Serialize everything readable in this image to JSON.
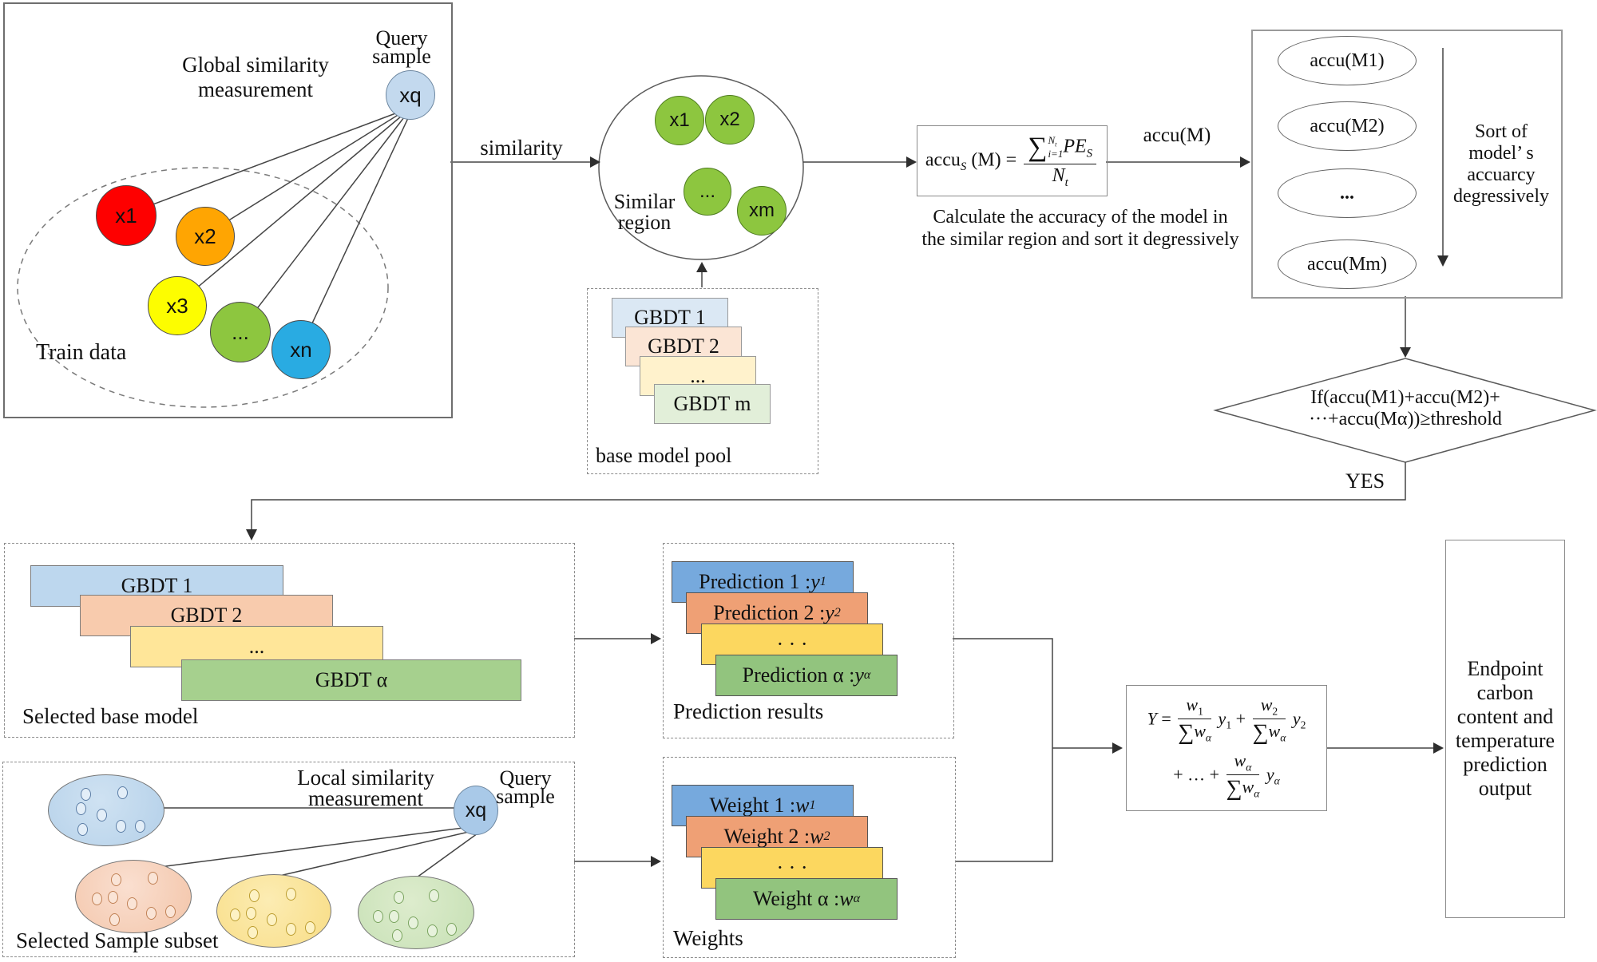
{
  "global_box": {
    "title_line1": "Global similarity",
    "title_line2": "measurement",
    "query_line1": "Query",
    "query_line2": "sample",
    "query_node": "xq",
    "train_label": "Train data",
    "nodes": [
      {
        "label": "x1",
        "color": "#fe0000"
      },
      {
        "label": "x2",
        "color": "#ffa502"
      },
      {
        "label": "x3",
        "color": "#fdfd00"
      },
      {
        "label": "...",
        "color": "#8dc63f"
      },
      {
        "label": "xn",
        "color": "#29abe2"
      }
    ]
  },
  "similarity_label": "similarity",
  "similar_region": {
    "line1": "Similar",
    "line2": "region",
    "nodes": [
      "x1",
      "x2",
      "...",
      "xm"
    ],
    "node_color": "#8dc63f"
  },
  "base_pool": {
    "items": [
      "GBDT 1",
      "GBDT 2",
      "...",
      "GBDT m"
    ],
    "label": "base model pool"
  },
  "accu_formula": {
    "fn": "accu",
    "fn_sub": "S",
    "arg": "(M)",
    "eq": "=",
    "sum": "∑",
    "sum_sup_var": "N",
    "sum_sup_sub": "t",
    "sum_sub": "i=1",
    "num_var": "PE",
    "num_sub": "S",
    "den_var": "N",
    "den_sub": "t"
  },
  "accu_caption": {
    "line1": "Calculate the accuracy of the model in",
    "line2": "the similar region and sort it degressively"
  },
  "accu_out_label": "accu(M)",
  "sort_box": {
    "items": [
      "accu(M1)",
      "accu(M2)",
      "...",
      "accu(Mm)"
    ],
    "note_lines": [
      "Sort of",
      "model’ s",
      "accuarcy",
      "degressively"
    ]
  },
  "decision": {
    "line1": "If(accu(M1)+accu(M2)+",
    "line2": "···+accu(Mα))≥threshold",
    "yes": "YES"
  },
  "selected_models": {
    "items": [
      "GBDT  1",
      "GBDT  2",
      "...",
      "GBDT α"
    ],
    "label": "Selected base model"
  },
  "predictions": {
    "items": [
      {
        "prefix": "Prediction 1 : ",
        "var": "y",
        "sub": "1"
      },
      {
        "prefix": "Prediction 2 : ",
        "var": "y",
        "sub": "2"
      },
      {
        "prefix": "· · ·",
        "var": "",
        "sub": ""
      },
      {
        "prefix": "Prediction  α : ",
        "var": "y",
        "sub": "α"
      }
    ],
    "label": "Prediction results"
  },
  "local_box": {
    "title_line1": "Local similarity",
    "title_line2": "measurement",
    "query_line1": "Query",
    "query_line2": "sample",
    "query_node": "xq",
    "label": "Selected Sample subset"
  },
  "clusters": {
    "blue": [
      [
        40,
        16
      ],
      [
        86,
        14
      ],
      [
        34,
        34
      ],
      [
        60,
        42
      ],
      [
        84,
        56
      ],
      [
        108,
        56
      ],
      [
        36,
        60
      ]
    ],
    "peach": [
      [
        44,
        16
      ],
      [
        90,
        14
      ],
      [
        40,
        38
      ],
      [
        64,
        46
      ],
      [
        88,
        58
      ],
      [
        112,
        56
      ],
      [
        42,
        66
      ],
      [
        20,
        40
      ]
    ],
    "yellow": [
      [
        40,
        18
      ],
      [
        86,
        16
      ],
      [
        36,
        40
      ],
      [
        62,
        48
      ],
      [
        86,
        60
      ],
      [
        110,
        58
      ],
      [
        38,
        64
      ],
      [
        16,
        42
      ]
    ],
    "green": [
      [
        44,
        18
      ],
      [
        88,
        16
      ],
      [
        38,
        42
      ],
      [
        62,
        50
      ],
      [
        86,
        60
      ],
      [
        110,
        58
      ],
      [
        42,
        66
      ],
      [
        18,
        42
      ]
    ]
  },
  "weights": {
    "items": [
      {
        "prefix": "Weight 1 : ",
        "var": "w",
        "sub": "1"
      },
      {
        "prefix": "Weight 2 : ",
        "var": "w",
        "sub": "2"
      },
      {
        "prefix": "· · ·",
        "var": "",
        "sub": ""
      },
      {
        "prefix": "Weight α : ",
        "var": "w",
        "sub": "α"
      }
    ],
    "label": "Weights"
  },
  "y_formula": {
    "lhs": "Y",
    "eq": "=",
    "terms": [
      {
        "num_var": "w",
        "num_sub": "1",
        "y_var": "y",
        "y_sub": "1"
      },
      {
        "num_var": "w",
        "num_sub": "2",
        "y_var": "y",
        "y_sub": "2"
      }
    ],
    "plus": "+",
    "cont": "+ … +",
    "last": {
      "num_var": "w",
      "num_sub": "α",
      "y_var": "y",
      "y_sub": "α"
    },
    "den_sum": "∑",
    "den_var": "w",
    "den_sub": "α"
  },
  "endpoint": {
    "lines": [
      "Endpoint",
      "carbon",
      "content and",
      "temperature",
      "prediction",
      "output"
    ]
  },
  "stack_colors": {
    "pale": [
      "#dbe8f4",
      "#fbe5d5",
      "#fff2cc",
      "#e2efd9"
    ],
    "mid": [
      "#bdd7ee",
      "#f8cbad",
      "#ffe699",
      "#a6d08e"
    ],
    "strong": [
      "#76a9dd",
      "#efa075",
      "#fcd75f",
      "#92c47e"
    ]
  }
}
